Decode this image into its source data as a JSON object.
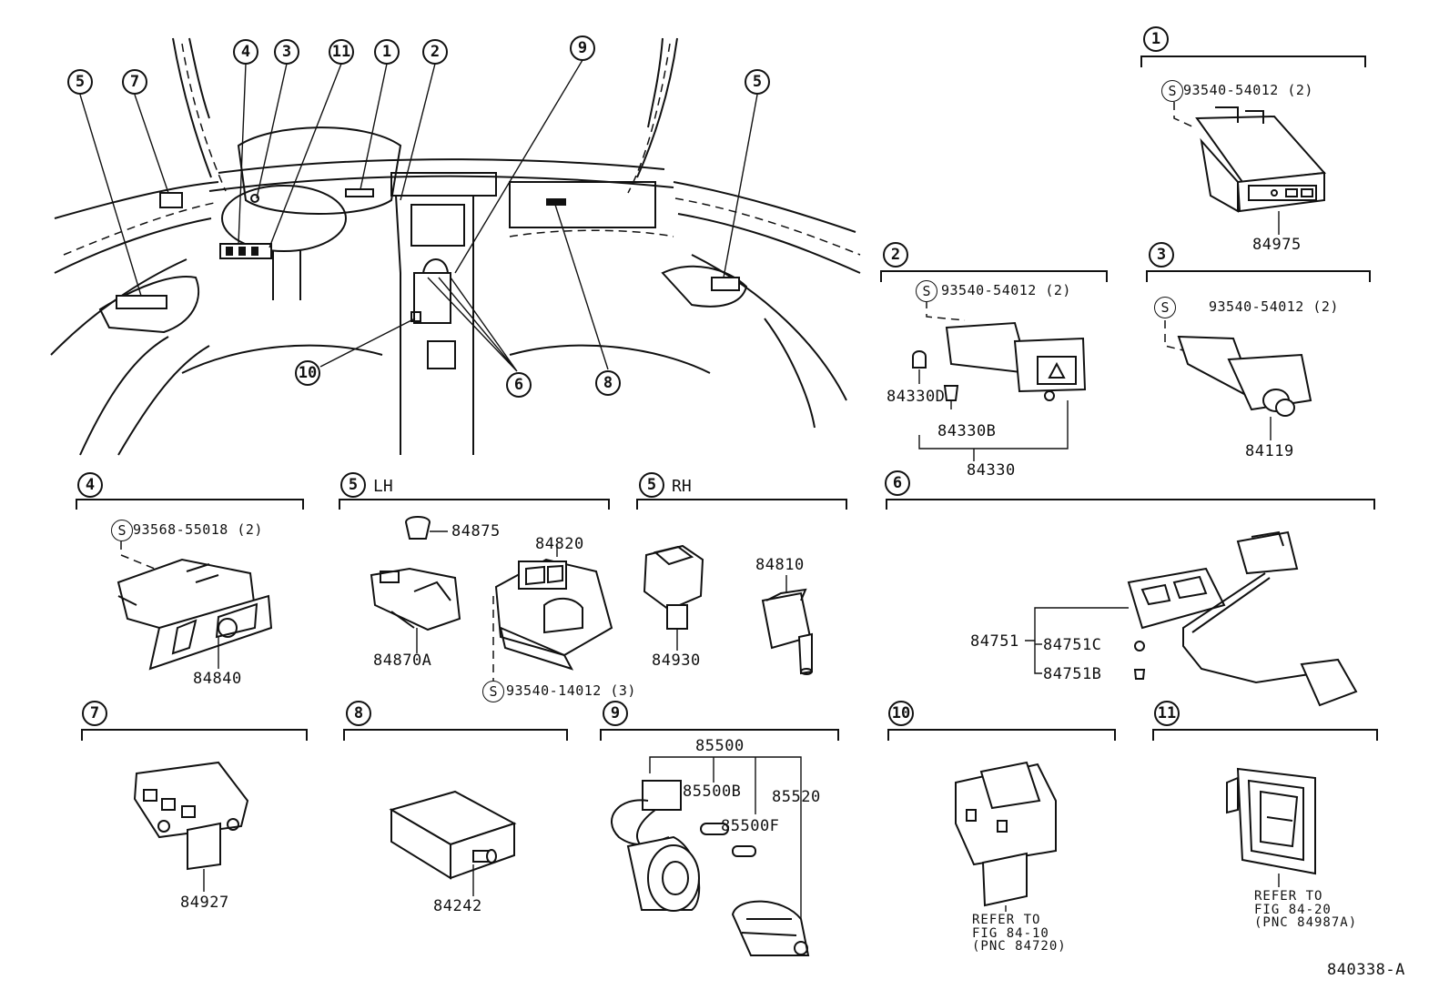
{
  "drawing_id": "840338-A",
  "overview_callouts": [
    "5",
    "7",
    "4",
    "3",
    "11",
    "1",
    "2",
    "9",
    "5",
    "10",
    "6",
    "8"
  ],
  "sections": [
    {
      "num": "1",
      "parts": [
        {
          "s": "S",
          "no": "93540-54012 (2)"
        }
      ],
      "part_no": "84975"
    },
    {
      "num": "2",
      "parts": [
        {
          "s": "S",
          "no": "93540-54012 (2)"
        }
      ],
      "part_nos": [
        "84330D",
        "84330B",
        "84330"
      ]
    },
    {
      "num": "3",
      "parts": [
        {
          "s": "S",
          "no": "93540-54012 (2)"
        }
      ],
      "part_no": "84119"
    },
    {
      "num": "4",
      "parts": [
        {
          "s": "S",
          "no": "93568-55018 (2)"
        }
      ],
      "part_no": "84840"
    },
    {
      "num": "5",
      "side": "LH",
      "part_nos": [
        "84875",
        "84820",
        "84870A"
      ],
      "parts": [
        {
          "s": "S",
          "no": "93540-14012 (3)"
        }
      ]
    },
    {
      "num": "5",
      "side": "RH",
      "part_nos": [
        "84810",
        "84930"
      ]
    },
    {
      "num": "6",
      "part_nos": [
        "84751",
        "84751C",
        "84751B"
      ]
    },
    {
      "num": "7",
      "part_no": "84927"
    },
    {
      "num": "8",
      "part_no": "84242"
    },
    {
      "num": "9",
      "part_nos": [
        "85500",
        "85500B",
        "85500F",
        "85520"
      ]
    },
    {
      "num": "10",
      "note": "REFER TO\nFIG 84-10\n(PNC 84720)"
    },
    {
      "num": "11",
      "note": "REFER TO\nFIG 84-20\n(PNC 84987A)"
    }
  ]
}
